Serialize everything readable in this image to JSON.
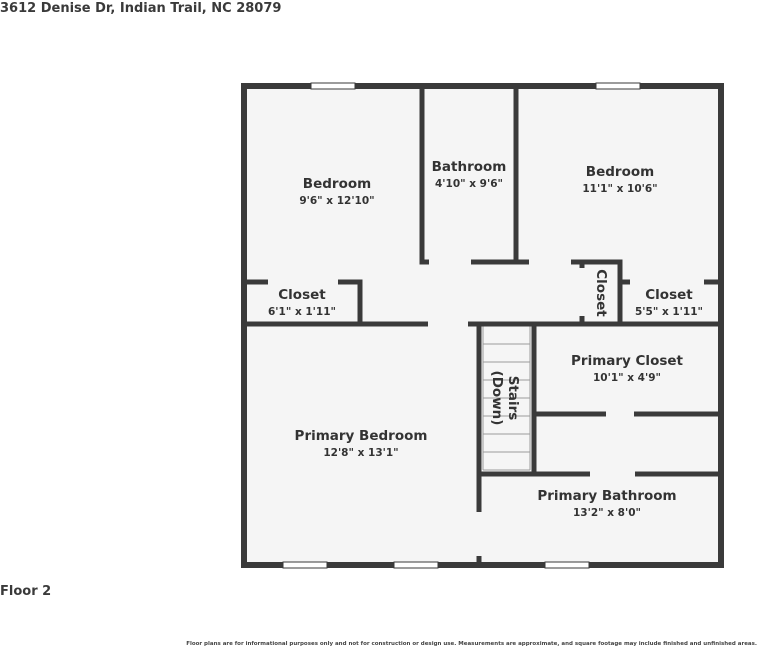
{
  "address": "3612 Denise Dr, Indian Trail, NC 28079",
  "floor_label": "Floor 2",
  "disclaimer": "Floor plans are for informational purposes only and not for construction or design use. Measurements are approximate, and square footage may include finished and unfinished areas.",
  "colors": {
    "wall": "#3a3a3a",
    "floor": "#f5f5f5",
    "window": "#ffffff"
  },
  "rooms": {
    "bedroom_left": {
      "name": "Bedroom",
      "dims": "9'6\" x 12'10\""
    },
    "bathroom": {
      "name": "Bathroom",
      "dims": "4'10\" x 9'6\""
    },
    "bedroom_right": {
      "name": "Bedroom",
      "dims": "11'1\" x 10'6\""
    },
    "closet_left": {
      "name": "Closet",
      "dims": "6'1\" x 1'11\""
    },
    "closet_vertical": {
      "name": "Closet"
    },
    "closet_right": {
      "name": "Closet",
      "dims": "5'5\" x 1'11\""
    },
    "primary_closet": {
      "name": "Primary Closet",
      "dims": "10'1\" x 4'9\""
    },
    "primary_bedroom": {
      "name": "Primary Bedroom",
      "dims": "12'8\" x 13'1\""
    },
    "stairs": {
      "name": "Stairs",
      "sub": "(Down)"
    },
    "primary_bathroom": {
      "name": "Primary Bathroom",
      "dims": "13'2\" x 8'0\""
    }
  }
}
